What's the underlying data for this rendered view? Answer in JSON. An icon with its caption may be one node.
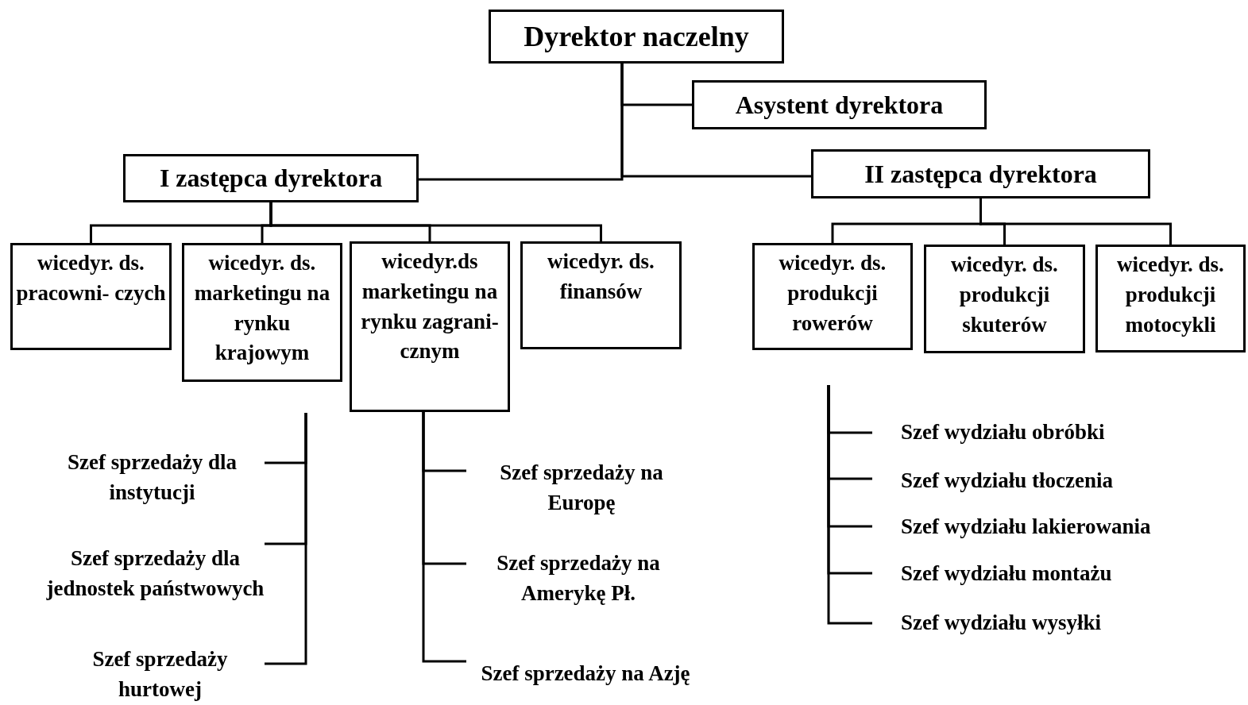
{
  "diagram": {
    "nodes": [
      {
        "text": [
          "Dyrektor naczelny"
        ]
      },
      {
        "text": [
          "Asystent dyrektora"
        ]
      },
      {
        "text": [
          "I zastępca dyrektora"
        ]
      },
      {
        "text": [
          "II zastępca dyrektora"
        ]
      },
      {
        "text": [
          "wicedyr. ds. pracowni- czych"
        ]
      },
      {
        "text": [
          "wicedyr. ds. marketingu na rynku krajowym"
        ]
      },
      {
        "text": [
          "wicedyr.ds marketingu na rynku zagrani- cznym"
        ]
      },
      {
        "text": [
          "wicedyr. ds. finansów"
        ]
      },
      {
        "text": [
          "wicedyr. ds. produkcji rowerów"
        ]
      },
      {
        "text": [
          "wicedyr. ds. produkcji skuterów"
        ]
      },
      {
        "text": [
          "wicedyr. ds. produkcji motocykli"
        ]
      },
      {
        "text": [
          "Szef sprzedaży dla instytucji"
        ]
      },
      {
        "text": [
          "Szef sprzedaży dla jednostek państwowych"
        ]
      },
      {
        "text": [
          "Szef sprzedaży hurtowej"
        ]
      },
      {
        "text": [
          "Szef sprzedaży na Europę"
        ]
      },
      {
        "text": [
          "Szef sprzedaży na Amerykę Pł."
        ]
      },
      {
        "text": [
          "Szef sprzedaży na Azję"
        ]
      },
      {
        "text": [
          "Szef wydziału obróbki"
        ]
      },
      {
        "text": [
          "Szef wydziału tłoczenia"
        ]
      },
      {
        "text": [
          "Szef wydziału lakierowania"
        ]
      },
      {
        "text": [
          "Szef wydziału montażu"
        ]
      },
      {
        "text": [
          "Szef wydziału wysyłki"
        ]
      }
    ],
    "edges": [
      {
        "from": 0,
        "to": 1,
        "arrow": "none"
      },
      {
        "from": 0,
        "to": 2,
        "arrow": "none"
      },
      {
        "from": 0,
        "to": 3,
        "arrow": "none"
      },
      {
        "from": 2,
        "to": 4,
        "arrow": "none"
      },
      {
        "from": 2,
        "to": 5,
        "arrow": "none"
      },
      {
        "from": 2,
        "to": 6,
        "arrow": "none"
      },
      {
        "from": 2,
        "to": 7,
        "arrow": "none"
      },
      {
        "from": 3,
        "to": 8,
        "arrow": "none"
      },
      {
        "from": 3,
        "to": 9,
        "arrow": "none"
      },
      {
        "from": 3,
        "to": 10,
        "arrow": "none"
      },
      {
        "from": null,
        "to": 11,
        "arrow": "none"
      },
      {
        "from": null,
        "to": 12,
        "arrow": "none"
      },
      {
        "from": null,
        "to": 13,
        "arrow": "none"
      },
      {
        "from": 6,
        "to": 14,
        "arrow": "none"
      },
      {
        "from": 6,
        "to": 15,
        "arrow": "none"
      },
      {
        "from": 6,
        "to": 16,
        "arrow": "none"
      },
      {
        "from": null,
        "to": 17,
        "arrow": "none"
      },
      {
        "from": null,
        "to": 18,
        "arrow": "none"
      },
      {
        "from": null,
        "to": 19,
        "arrow": "none"
      },
      {
        "from": null,
        "to": 20,
        "arrow": "none"
      },
      {
        "from": null,
        "to": 21,
        "arrow": "none"
      }
    ]
  }
}
